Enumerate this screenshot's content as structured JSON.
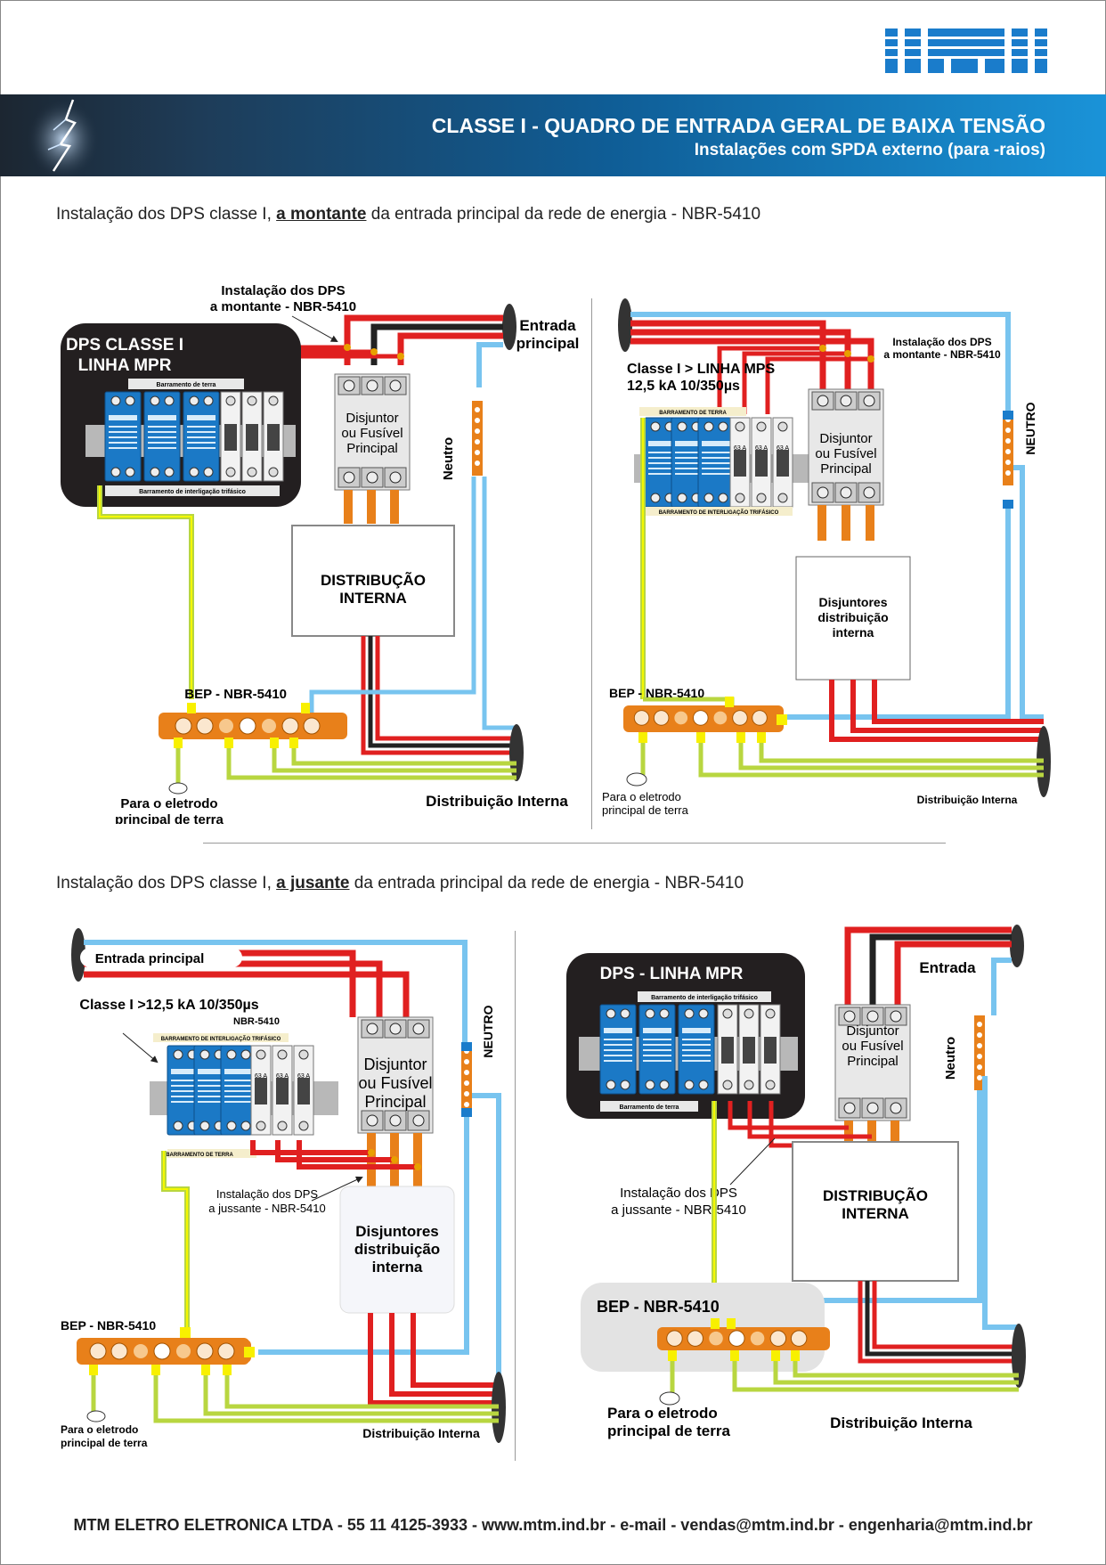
{
  "brand": {
    "logo_text": "MTM"
  },
  "header": {
    "title": "CLASSE I - QUADRO DE ENTRADA GERAL DE BAIXA TENSÃO",
    "subtitle": "Instalações com SPDA externo (para -raios)"
  },
  "sections": [
    {
      "prefix": "Instalação dos DPS classe I, ",
      "emphasis": "a montante",
      "suffix": " da entrada principal da rede de energia - NBR-5410"
    },
    {
      "prefix": "Instalação dos DPS classe I, ",
      "emphasis": "a jusante",
      "suffix": " da entrada principal da rede de energia - NBR-5410"
    }
  ],
  "diagrams": {
    "d1": {
      "box_title_1": "DPS CLASSE I",
      "box_title_2": "LINHA MPR",
      "callout_1": "Instalação dos DPS",
      "callout_2": "a montante - NBR-5410",
      "entrada_1": "Entrada",
      "entrada_2": "principal",
      "neutro": "Neutro",
      "breaker_1": "Disjuntor",
      "breaker_2": "ou Fusível",
      "breaker_3": "Principal",
      "dist_1": "DISTRIBUÇÃO",
      "dist_2": "INTERNA",
      "bep": "BEP - NBR-5410",
      "eletrodo_1": "Para o eletrodo",
      "eletrodo_2": "principal de terra",
      "dist_internal": "Distribuição Interna",
      "bar_top": "Barramento de terra",
      "bar_bottom": "Barramento de interligação trifásico"
    },
    "d2": {
      "classe_1": "Classe I > LINHA MPS",
      "classe_2": "12,5 kA 10/350µs",
      "callout_1": "Instalação dos DPS",
      "callout_2": "a montante - NBR-5410",
      "neutro": "NEUTRO",
      "breaker_1": "Disjuntor",
      "breaker_2": "ou Fusível",
      "breaker_3": "Principal",
      "disj_1": "Disjuntores",
      "disj_2": "distribuição",
      "disj_3": "interna",
      "bep": "BEP - NBR-5410",
      "eletrodo_1": "Para o eletrodo",
      "eletrodo_2": "principal de terra",
      "dist_internal": "Distribuição Interna",
      "bar_top": "BARRAMENTO DE TERRA",
      "bar_bottom": "BARRAMENTO DE INTERLIGAÇÃO TRIFÁSICO",
      "rating": "63 A"
    },
    "d3": {
      "entrada": "Entrada principal",
      "classe": "Classe I >12,5 kA 10/350µs",
      "nbr": "NBR-5410",
      "neutro": "NEUTRO",
      "breaker_1": "Disjuntor",
      "breaker_2": "ou Fusível",
      "breaker_3": "Principal",
      "callout_1": "Instalação dos DPS",
      "callout_2": "a jussante - NBR-5410",
      "disj_1": "Disjuntores",
      "disj_2": "distribuição",
      "disj_3": "interna",
      "bep": "BEP - NBR-5410",
      "eletrodo_1": "Para o eletrodo",
      "eletrodo_2": "principal de terra",
      "dist_internal": "Distribuição Interna",
      "bar_top": "BARRAMENTO DE INTERLIGAÇÃO TRIFÁSICO",
      "bar_bottom": "BARRAMENTO DE TERRA",
      "rating": "63 A"
    },
    "d4": {
      "box_title": "DPS - LINHA MPR",
      "entrada": "Entrada",
      "neutro": "Neutro",
      "breaker_1": "Disjuntor",
      "breaker_2": "ou Fusível",
      "breaker_3": "Principal",
      "callout_1": "Instalação dos DPS",
      "callout_2": "a jussante - NBR-5410",
      "dist_1": "DISTRIBUÇÃO",
      "dist_2": "INTERNA",
      "bep": "BEP - NBR-5410",
      "eletrodo_1": "Para o eletrodo",
      "eletrodo_2": "principal de terra",
      "dist_internal": "Distribuição Interna",
      "bar_top": "Barramento de interligação trifásico",
      "bar_bottom": "Barramento de terra"
    }
  },
  "footer": {
    "text": "MTM ELETRO ELETRONICA LTDA - 55 11 4125-3933 - www.mtm.ind.br - e-mail - vendas@mtm.ind.br - engenharia@mtm.ind.br"
  },
  "colors": {
    "phase": "#e02020",
    "neutral": "#78c4ef",
    "ground": "#b8d640",
    "orange": "#e8801a",
    "dps_blue": "#1a7ac8"
  }
}
